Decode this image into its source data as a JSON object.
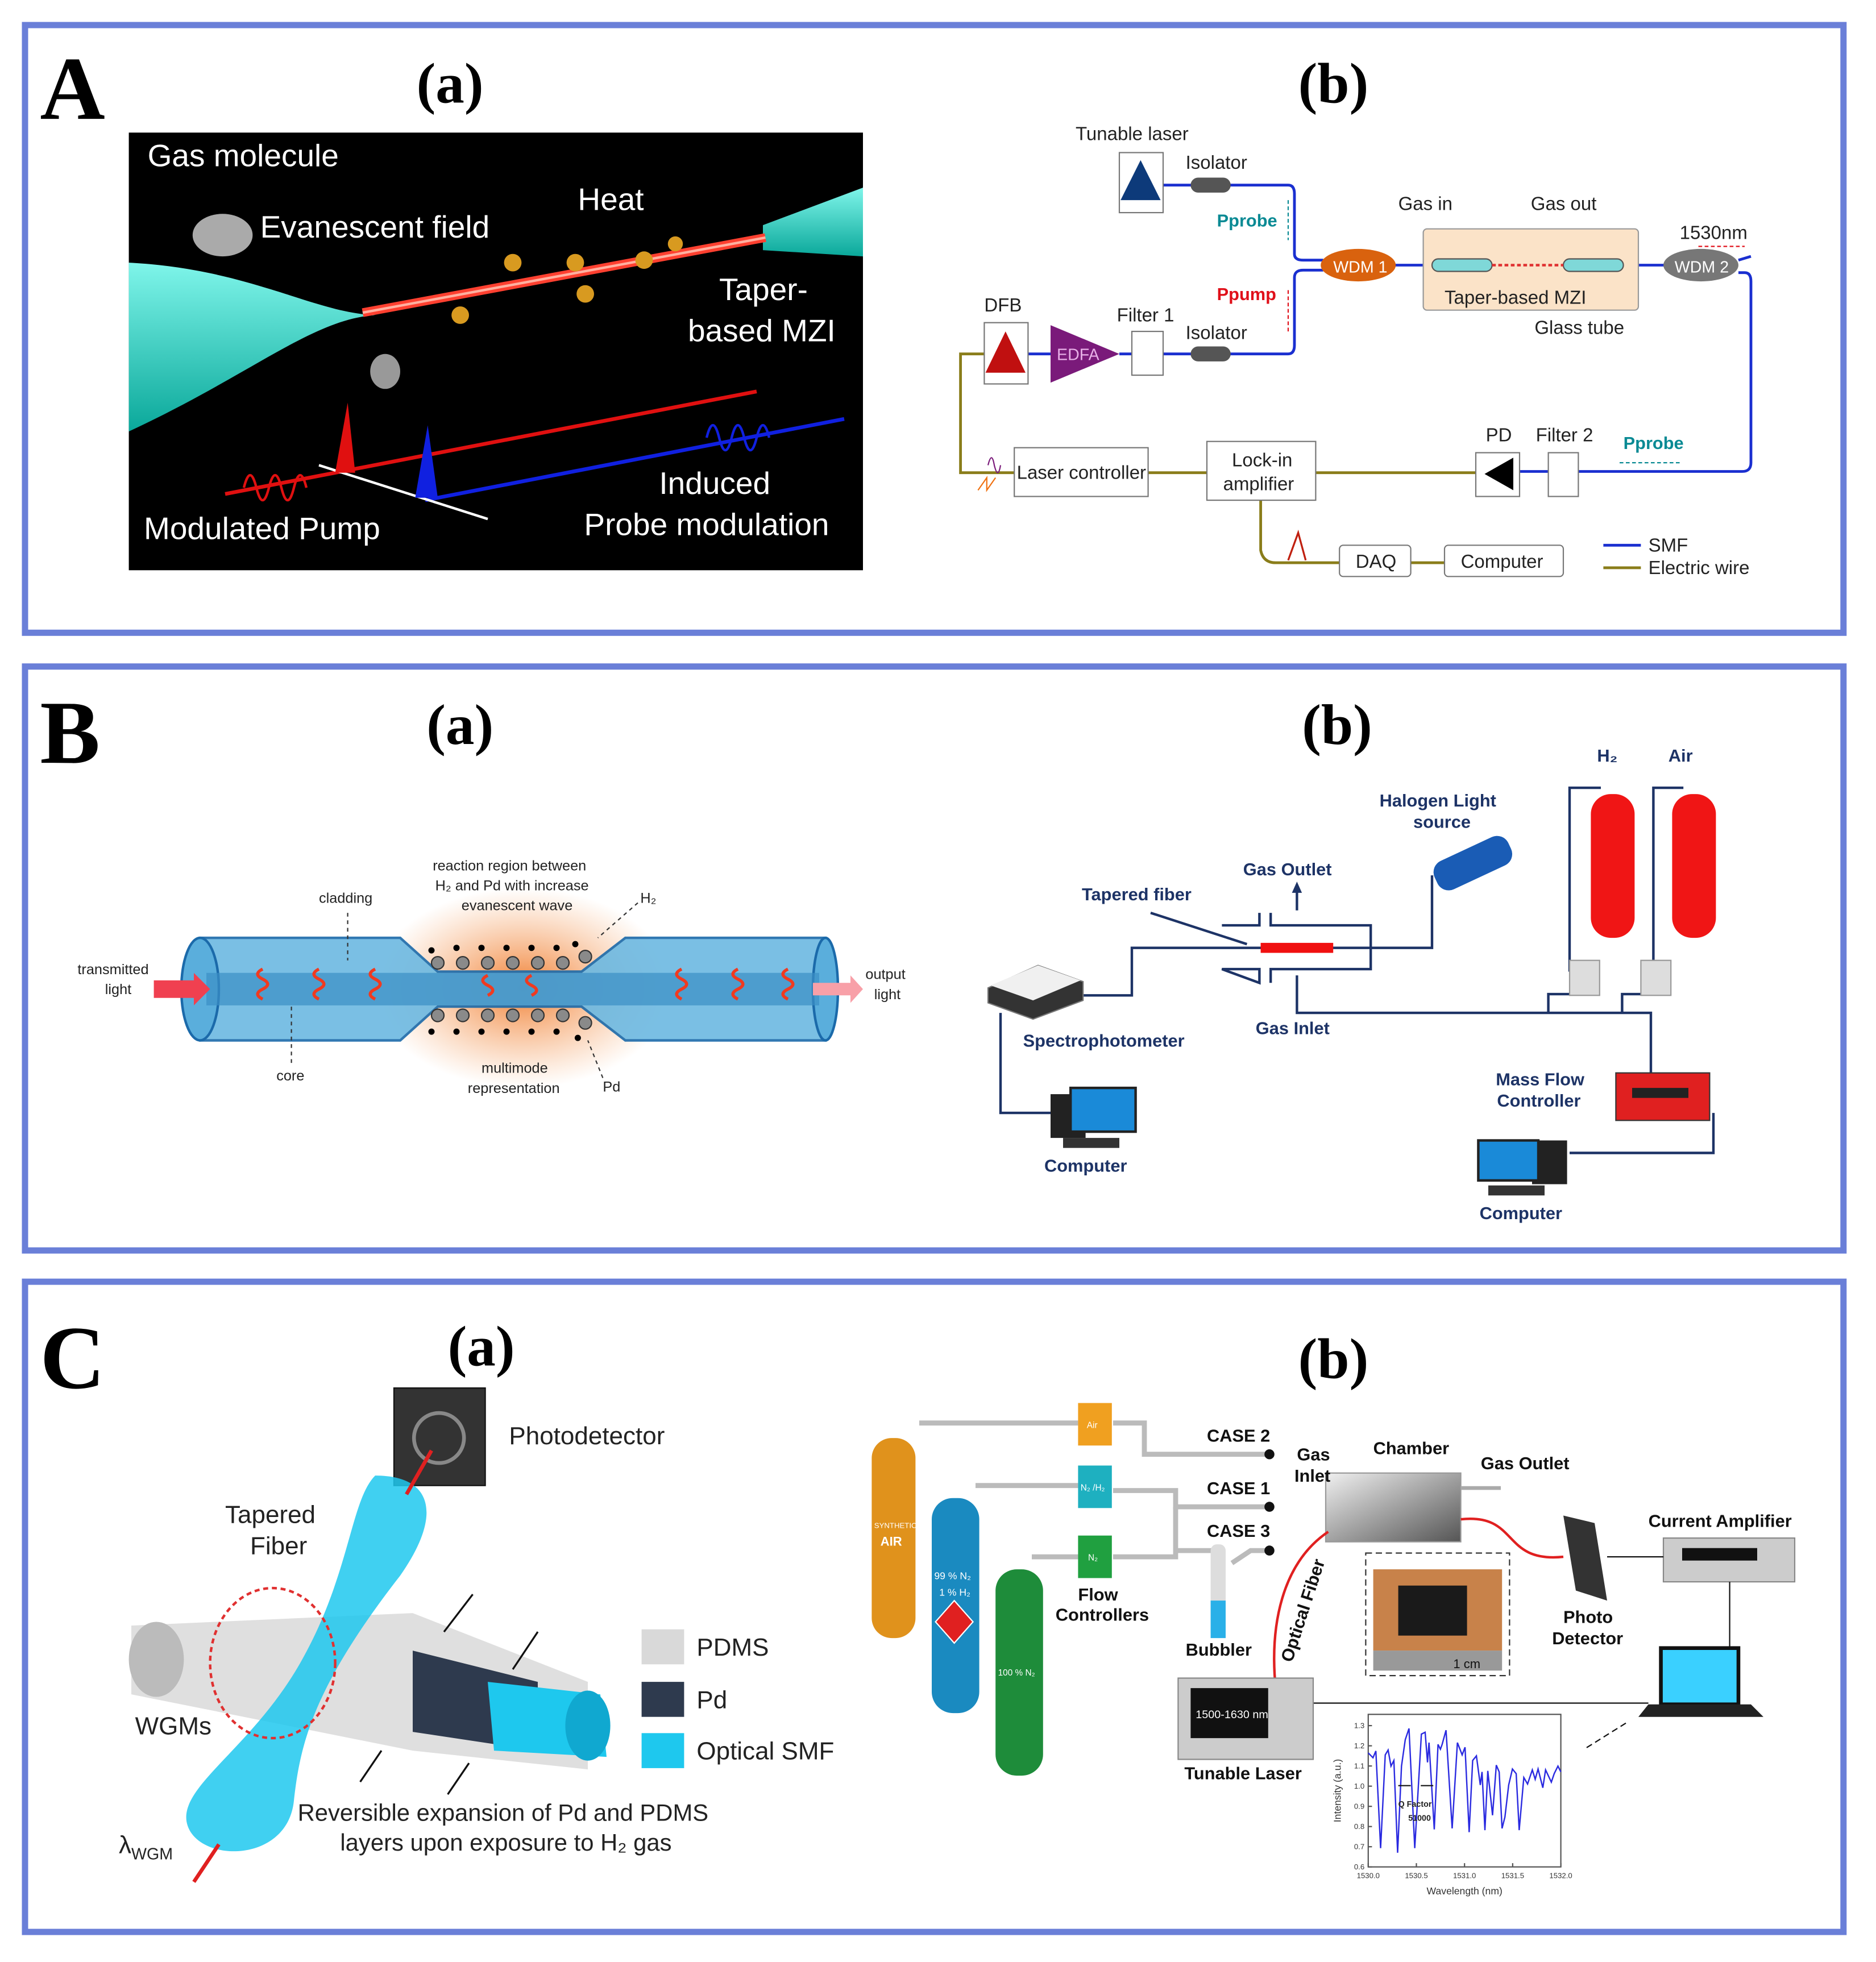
{
  "colors": {
    "panel_border": "#6a7fd8",
    "smf": "#1a2fd0",
    "electric_wire": "#8a7d1a",
    "probe": "#0a8a94",
    "pump": "#e0101a"
  },
  "panels": {
    "A": {
      "letter": "A",
      "a_label": "(a)",
      "b_label": "(b)",
      "a": {
        "gas_molecule": "Gas molecule",
        "evanescent_field": "Evanescent field",
        "heat": "Heat",
        "taper_1": "Taper-",
        "taper_2": "based MZI",
        "modulated_pump": "Modulated Pump",
        "induced": "Induced",
        "probe_modulation": "Probe modulation"
      },
      "b": {
        "tunable_laser": "Tunable laser",
        "isolator_1": "Isolator",
        "isolator_2": "Isolator",
        "pprobe_top": "Pprobe",
        "ppump": "Ppump",
        "wdm1": "WDM 1",
        "wdm2": "WDM 2",
        "gas_in": "Gas in",
        "gas_out": "Gas out",
        "mzi": "Taper-based MZI",
        "glass_tube": "Glass tube",
        "wavelength": "1530nm",
        "dfb": "DFB",
        "edfa": "EDFA",
        "filter1": "Filter 1",
        "pd": "PD",
        "filter2": "Filter 2",
        "pprobe_bottom": "Pprobe",
        "laser_controller": "Laser controller",
        "lockin_1": "Lock-in",
        "lockin_2": "amplifier",
        "daq": "DAQ",
        "computer": "Computer",
        "legend_smf": "SMF",
        "legend_wire": "Electric wire"
      }
    },
    "B": {
      "letter": "B",
      "a_label": "(a)",
      "b_label": "(b)",
      "a": {
        "reaction_1": "reaction region between",
        "reaction_2": "H₂ and Pd with increase",
        "reaction_3": "evanescent wave",
        "h2": "H₂",
        "cladding": "cladding",
        "transmitted_1": "transmitted",
        "transmitted_2": "light",
        "core": "core",
        "multimode_1": "multimode",
        "multimode_2": "representation",
        "pd": "Pd",
        "output_1": "output",
        "output_2": "light"
      },
      "b": {
        "h2": "H₂",
        "air": "Air",
        "halogen_1": "Halogen Light",
        "halogen_2": "source",
        "gas_outlet": "Gas Outlet",
        "tapered_fiber": "Tapered fiber",
        "spectrophotometer": "Spectrophotometer",
        "gas_inlet": "Gas Inlet",
        "mfc_1": "Mass Flow",
        "mfc_2": "Controller",
        "computer_1": "Computer",
        "computer_2": "Computer"
      }
    },
    "C": {
      "letter": "C",
      "a_label": "(a)",
      "b_label": "(b)",
      "a": {
        "photodetector": "Photodetector",
        "tapered_1": "Tapered",
        "tapered_2": "Fiber",
        "wgms": "WGMs",
        "lambda": "λ",
        "lambda_sub": "WGM",
        "legend": [
          {
            "label": "PDMS",
            "color": "#d9d9d9"
          },
          {
            "label": "Pd",
            "color": "#2e3a4e"
          },
          {
            "label": "Optical SMF",
            "color": "#1ec8ee"
          }
        ],
        "caption_1": "Reversible expansion of Pd and PDMS",
        "caption_2": "layers upon exposure to H₂ gas"
      },
      "b": {
        "synthetic": "SYNTHETIC",
        "air_cyl": "AIR",
        "cyl_n2h2_1": "99 % N₂",
        "cyl_n2h2_2": "1 % H₂",
        "cyl_n2": "100 % N₂",
        "fc_air": "Air",
        "fc_n2h2": "N₂ /H₂",
        "fc_n2": "N₂",
        "flow_1": "Flow",
        "flow_2": "Controllers",
        "case2": "CASE 2",
        "case1": "CASE 1",
        "case3": "CASE 3",
        "bubbler": "Bubbler",
        "gas_inlet_1": "Gas",
        "gas_inlet_2": "Inlet",
        "chamber": "Chamber",
        "gas_outlet": "Gas Outlet",
        "optical_fiber": "Optical Fiber",
        "scale": "1 cm",
        "photo_1": "Photo",
        "photo_2": "Detector",
        "current_amp": "Current Amplifier",
        "laser_display": "1500-1630 nm",
        "tunable_laser": "Tunable  Laser"
      }
    }
  },
  "chart_data": {
    "type": "line",
    "xlabel": "Wavelength (nm)",
    "ylabel": "Intensity (a.u.)",
    "xlim": [
      1530.0,
      1532.0
    ],
    "ylim": [
      0.6,
      1.3
    ],
    "xticks": [
      "1530.0",
      "1530.5",
      "1531.0",
      "1531.5",
      "1532.0"
    ],
    "yticks": [
      "0.6",
      "0.7",
      "0.8",
      "0.9",
      "1.0",
      "1.1",
      "1.2",
      "1.3"
    ],
    "annotation_1": "Q Factor",
    "annotation_2": "51000",
    "grid": false,
    "line_color": "#2a2ae0",
    "x": [
      1530.0,
      1530.049,
      1530.079,
      1530.128,
      1530.177,
      1530.207,
      1530.236,
      1530.266,
      1530.305,
      1530.345,
      1530.384,
      1530.424,
      1530.483,
      1530.552,
      1530.591,
      1530.615,
      1530.631,
      1530.686,
      1530.725,
      1530.749,
      1530.768,
      1530.808,
      1530.871,
      1530.926,
      1530.975,
      1531.005,
      1531.048,
      1531.084,
      1531.123,
      1531.163,
      1531.182,
      1531.212,
      1531.241,
      1531.291,
      1531.33,
      1531.36,
      1531.389,
      1531.419,
      1531.458,
      1531.498,
      1531.537,
      1531.567,
      1531.616,
      1531.655,
      1531.704,
      1531.734,
      1531.764,
      1531.813,
      1531.842,
      1531.901,
      1531.931,
      1531.97,
      1532.0
    ],
    "y": [
      1.165,
      1.141,
      1.174,
      0.693,
      1.155,
      1.179,
      1.099,
      1.127,
      0.67,
      1.099,
      1.23,
      1.286,
      0.693,
      1.258,
      1.267,
      1.118,
      1.216,
      0.786,
      1.207,
      1.183,
      1.207,
      1.277,
      0.791,
      1.216,
      1.155,
      1.193,
      0.772,
      1.127,
      1.15,
      1.006,
      1.071,
      0.782,
      1.076,
      0.856,
      1.104,
      1.071,
      0.791,
      0.847,
      1.006,
      1.085,
      1.062,
      0.782,
      1.043,
      1.011,
      1.081,
      1.034,
      1.085,
      0.992,
      1.081,
      1.02,
      1.062,
      1.099,
      1.071
    ]
  }
}
